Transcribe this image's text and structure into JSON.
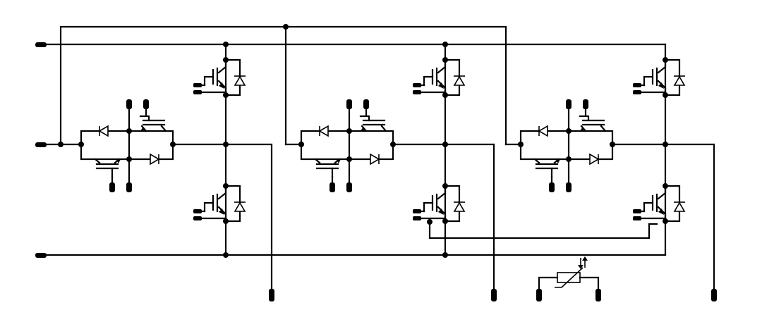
{
  "diagram": {
    "description_free": true,
    "phase_legs": 3,
    "components": {
      "igbt_with_freewheel_diode": 6,
      "bidirectional_switch_cells": 3,
      "thermistor": 1
    },
    "line_color": "#000000",
    "background_color": "#ffffff"
  }
}
